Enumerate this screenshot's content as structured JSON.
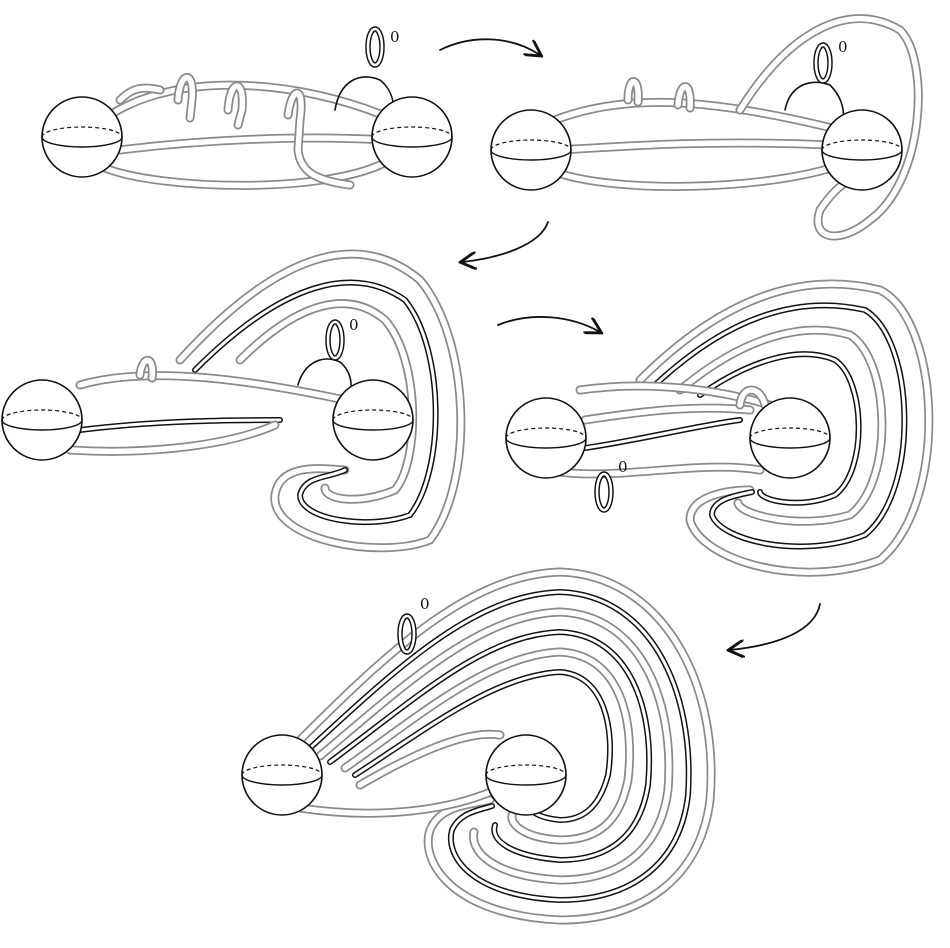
{
  "framing_label": "0",
  "panels": [
    {
      "id": "step-1"
    },
    {
      "id": "step-2"
    },
    {
      "id": "step-3"
    },
    {
      "id": "step-4"
    },
    {
      "id": "step-5"
    }
  ]
}
